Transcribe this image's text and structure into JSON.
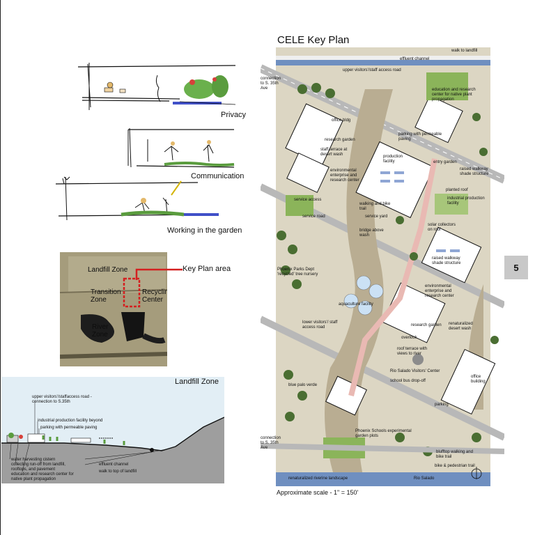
{
  "sketches": {
    "privacy": "Privacy",
    "communication": "Communication",
    "working": "Working in the garden"
  },
  "aerial": {
    "landfill_zone": "Landfill Zone",
    "transition_zone": "Transition Zone",
    "recycling_center": "Recycling Center",
    "river_zone": "River Zone",
    "key_plan_area": "Key  Plan area"
  },
  "section": {
    "title": "Landfill Zone",
    "labels": {
      "upper_road": "upper visitors'/staffaccess road -",
      "upper_road_2": "connection to S.35th",
      "industrial": "industrial production facility beyond",
      "parking": "parking with permeable paving",
      "cistern": "water harvesting cistern",
      "collecting": "collecting run-off from landfill,",
      "rooftops": "rooftops, and pavement",
      "education": "education and research center for",
      "native": "native plant propagation",
      "effluent": "effluent channel",
      "walk": "walk to top of landfill"
    }
  },
  "plan": {
    "title": "CELE Key Plan",
    "scale": "Approximate scale - 1\" = 150'",
    "page_number": "5",
    "labels": {
      "effluent_channel": "effluent channel",
      "walk_to_landfill": "walk to landfill",
      "upper_access": "upper visitors'/staff access road",
      "connection_35th_top": "connection to S. 35th Ave",
      "education_center": "education and research center for native plant propagation",
      "office_bldg": "office bldg",
      "research_garden_top": "research garden",
      "staff_terrace": "staff terrace at desert wash",
      "parking_permeable": "parking with permeable paving",
      "production_facility": "production facility",
      "entry_garden": "entry garden",
      "raised_walkway_top": "raised walkway shade structure",
      "env_enterprise_top": "environmental enterprise and research center",
      "planted_roof": "planted roof",
      "industrial_production": "industrial production facility",
      "service_access": "service access",
      "walking_bike": "walking and bike trail",
      "service_road": "service road",
      "service_yard": "service yard",
      "bridge": "bridge above wash",
      "solar": "solar collectors on roof",
      "phoenix_parks": "Phoenix Parks Dept 'recycled' tree nursery",
      "raised_walkway_mid": "raised walkway shade structure",
      "env_enterprise_mid": "environmental enterprise and research center",
      "aquaculture": "aquaculture facility",
      "lower_access": "lower visitors'/ staff access road",
      "research_garden_mid": "research garden",
      "renaturalized_wash": "renaturalized desert wash",
      "overlook": "overlook",
      "roof_terrace": "roof terrace with views to river",
      "office_building": "office building",
      "blue_palo": "blue palo verde",
      "rio_salado_center": "Rio Salado Visitors' Center",
      "school_bus": "school bus drop-off",
      "parking_low": "parking",
      "phoenix_schools": "Phoenix Schools experimental garden plots",
      "connection_35th_bottom": "connection to S. 35th Ave",
      "bluff_trail": "blufftop walking and bike trail",
      "bike_ped": "bike & pedestrian trail",
      "renaturalized_riverine": "renaturalized riverine landscape",
      "rio_salado": "Rio Salado"
    }
  },
  "colors": {
    "plan_bg": "#dcd6c3",
    "road": "#b8b8b8",
    "river": "#6f8fc0",
    "green": "#7aa34a",
    "tree": "#4a6e32",
    "building": "#ffffff",
    "wash": "#b9ad92",
    "path_pink": "#e9b9b3",
    "section_sky": "#e2eef5",
    "landfill_grey": "#999999",
    "key_red": "#d42020"
  }
}
